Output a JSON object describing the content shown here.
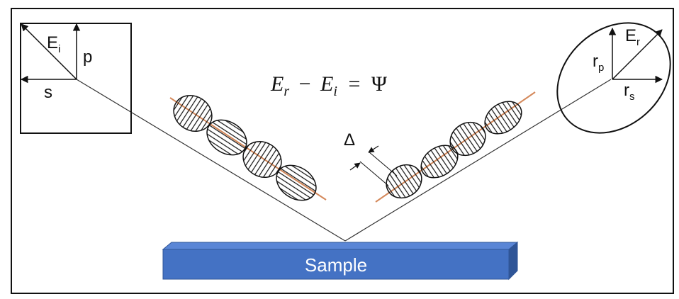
{
  "equation": {
    "lhs_1": "E",
    "lhs_1_sub": "r",
    "minus": "−",
    "lhs_2": "E",
    "lhs_2_sub": "i",
    "equals": "=",
    "rhs": "Ψ"
  },
  "incident_box": {
    "field_label": "E",
    "field_sub": "i",
    "p_label": "p",
    "s_label": "s"
  },
  "reflected_ellipse": {
    "field_label": "E",
    "field_sub": "r",
    "rp_label": "r",
    "rp_sub": "p",
    "rs_label": "r",
    "rs_sub": "s"
  },
  "phase_shift_label": "Δ",
  "sample_label": "Sample",
  "colors": {
    "sample_fill": "#4472c4",
    "sample_top": "#5a86d6",
    "sample_side": "#2f5597",
    "axis_line": "#d4885a",
    "stroke": "#111111"
  }
}
